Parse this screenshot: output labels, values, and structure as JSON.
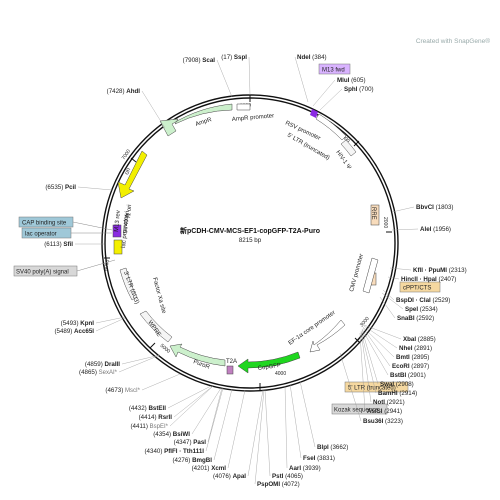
{
  "title": "新pCDH-CMV-MCS-EF1-copGFP-T2A-Puro",
  "length": "8215 bp",
  "watermark": "Created with SnapGene®",
  "colors": {
    "backbone": "#111111",
    "ampr": "#ccf0cc",
    "ori": "#f2ef00",
    "gfp": "#1fd61f",
    "promoter": "#ffffff",
    "ltr": "#f5f5f5",
    "sv40": "#f4f000",
    "purple": "#8a2be2",
    "tan": "#f8dcbc",
    "gray": "#d8d8d8",
    "blue_box": "#9fc8d8",
    "lilac_box": "#d9b3ff",
    "tan_box": "#f5d8a0"
  },
  "sites": [
    {
      "name": "SspI",
      "pos": "(17)",
      "side": "top"
    },
    {
      "name": "NdeI",
      "pos": "(384)",
      "side": "right"
    },
    {
      "name": "MluI",
      "pos": "(605)",
      "side": "right"
    },
    {
      "name": "SphI",
      "pos": "(700)",
      "side": "right"
    },
    {
      "name": "BbvCI",
      "pos": "(1803)",
      "side": "right"
    },
    {
      "name": "AleI",
      "pos": "(1956)",
      "side": "right"
    },
    {
      "name": "KflI · PpuMI",
      "pos": "(2313)",
      "side": "right"
    },
    {
      "name": "HincII · HpaI",
      "pos": "(2407)",
      "side": "right"
    },
    {
      "name": "BspDI · ClaI",
      "pos": "(2529)",
      "side": "right"
    },
    {
      "name": "SpeI",
      "pos": "(2534)",
      "side": "right"
    },
    {
      "name": "SnaBI",
      "pos": "(2592)",
      "side": "right"
    },
    {
      "name": "XbaI",
      "pos": "(2885)",
      "side": "right"
    },
    {
      "name": "NheI",
      "pos": "(2891)",
      "side": "right"
    },
    {
      "name": "BmtI",
      "pos": "(2895)",
      "side": "right"
    },
    {
      "name": "EcoRI",
      "pos": "(2897)",
      "side": "right"
    },
    {
      "name": "BstBI",
      "pos": "(2901)",
      "side": "right"
    },
    {
      "name": "SwaI",
      "pos": "(2908)",
      "side": "right"
    },
    {
      "name": "BamHI",
      "pos": "(2914)",
      "side": "right"
    },
    {
      "name": "NotI",
      "pos": "(2921)",
      "side": "right"
    },
    {
      "name": "AsiSI",
      "pos": "(2941)",
      "side": "right"
    },
    {
      "name": "Bsu36I",
      "pos": "(3223)",
      "side": "right"
    },
    {
      "name": "BlpI",
      "pos": "(3662)",
      "side": "right"
    },
    {
      "name": "FseI",
      "pos": "(3831)",
      "side": "right"
    },
    {
      "name": "AarI",
      "pos": "(3939)",
      "side": "right"
    },
    {
      "name": "PstI",
      "pos": "(4065)",
      "side": "right"
    },
    {
      "name": "PspOMI",
      "pos": "(4072)",
      "side": "right"
    },
    {
      "name": "ApaI",
      "pos": "(4076)",
      "side": "left"
    },
    {
      "name": "XcmI",
      "pos": "(4201)",
      "side": "left"
    },
    {
      "name": "BmgBI",
      "pos": "(4276)",
      "side": "left"
    },
    {
      "name": "PflFI · Tth111I",
      "pos": "(4340)",
      "side": "left"
    },
    {
      "name": "PasI",
      "pos": "(4347)",
      "side": "left"
    },
    {
      "name": "BsiWI",
      "pos": "(4354)",
      "side": "left"
    },
    {
      "name": "BspEI*",
      "pos": "(4411)",
      "side": "left"
    },
    {
      "name": "RsrII",
      "pos": "(4414)",
      "side": "left"
    },
    {
      "name": "BstEII",
      "pos": "(4432)",
      "side": "left"
    },
    {
      "name": "MscI*",
      "pos": "(4673)",
      "side": "left"
    },
    {
      "name": "SexAI*",
      "pos": "(4865)",
      "side": "left"
    },
    {
      "name": "DraIII",
      "pos": "(4859)",
      "side": "left"
    },
    {
      "name": "Acc65I",
      "pos": "(5489)",
      "side": "left"
    },
    {
      "name": "KpnI",
      "pos": "(5493)",
      "side": "left"
    },
    {
      "name": "SfiI",
      "pos": "(6113)",
      "side": "left"
    },
    {
      "name": "PciI",
      "pos": "(6535)",
      "side": "left"
    },
    {
      "name": "AhdI",
      "pos": "(7428)",
      "side": "left"
    },
    {
      "name": "ScaI",
      "pos": "(7908)",
      "side": "left"
    }
  ],
  "features": {
    "ampr": "AmpR",
    "ampr_promoter": "AmpR promoter",
    "ori": "ori",
    "rsv_promoter": "RSV promoter",
    "ltr5_trunc": "5' LTR (truncated)",
    "hiv_psi": "HIV-1 Ψ",
    "rre": "RRE",
    "cmv_promoter": "CMV promoter",
    "cppt": "cPPT/CTS",
    "ef1a": "EF-1α core promoter",
    "copgfp": "CopGFP",
    "t2a": "T2A",
    "puror": "PuroR",
    "wpre": "WPRE",
    "ltr3": "3' LTR (ΔU3)",
    "factor_xa": "Factor Xa site",
    "sv40_ori": "SV40 ori",
    "f1_ori": "f1 ori",
    "lac_promoter": "lac promoter",
    "m13_rev": "M13 rev",
    "lac_operator": "lac operator",
    "cap_site": "CAP binding site",
    "sv40_polya": "SV40 poly(A) signal",
    "m13_fwd": "M13 fwd",
    "kozak": "Kozak sequence",
    "ltr5_box": "5' LTR (truncated)"
  },
  "ticks": [
    "8000",
    "1000",
    "2000",
    "3000",
    "4000",
    "5000",
    "6000",
    "7000"
  ]
}
